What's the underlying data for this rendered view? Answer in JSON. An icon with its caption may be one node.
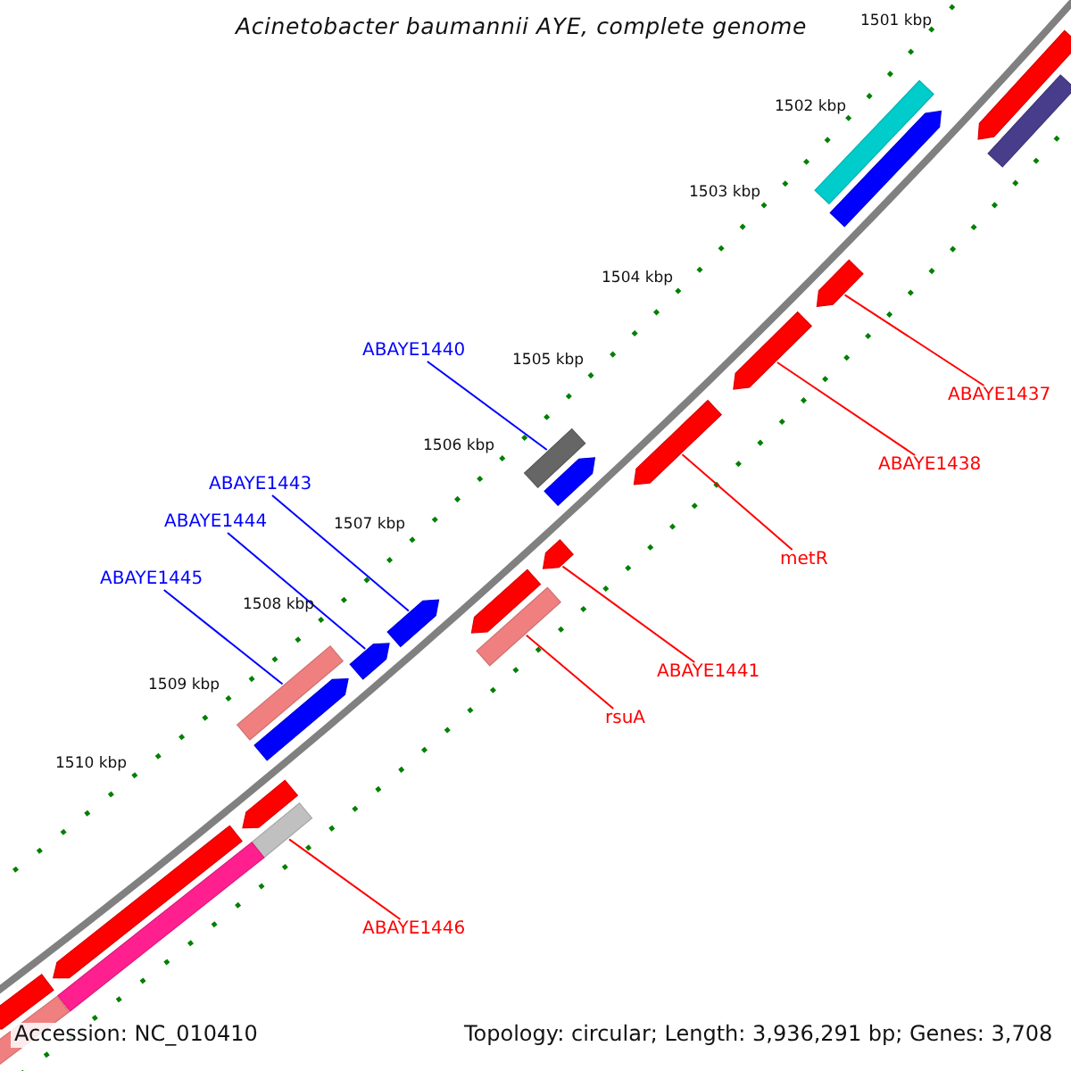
{
  "diagram": {
    "title": "Acinetobacter baumannii AYE, complete genome",
    "nodes": [
      {
        "text": [
          "ABAYE1440"
        ]
      },
      {
        "text": [
          "ABAYE1437"
        ]
      },
      {
        "text": [
          "ABAYE1438"
        ]
      },
      {
        "text": [
          "ABAYE1443"
        ]
      },
      {
        "text": [
          "ABAYE1444"
        ]
      },
      {
        "text": [
          "metR"
        ]
      },
      {
        "text": [
          "ABAYE1445"
        ]
      },
      {
        "text": [
          "ABAYE1441"
        ]
      },
      {
        "text": [
          "rsuA"
        ]
      },
      {
        "text": [
          "ABAYE1446"
        ]
      },
      {
        "text": [],
        "shape": "arrow"
      },
      {
        "text": [],
        "shape": "bar"
      },
      {
        "text": [],
        "shape": "bar"
      },
      {
        "text": [],
        "shape": "arrow"
      },
      {
        "text": [],
        "shape": "arrow"
      },
      {
        "text": [],
        "shape": "arrow"
      },
      {
        "text": [],
        "shape": "arrow"
      },
      {
        "text": [],
        "shape": "bar"
      },
      {
        "text": [],
        "shape": "arrow"
      },
      {
        "text": [],
        "shape": "arrow"
      },
      {
        "text": [],
        "shape": "arrow"
      },
      {
        "text": [],
        "shape": "arrow"
      },
      {
        "text": [],
        "shape": "bar"
      },
      {
        "text": [],
        "shape": "arrow"
      },
      {
        "text": [],
        "shape": "bar"
      },
      {
        "text": [],
        "shape": "arrow"
      },
      {
        "text": [],
        "shape": "arrow"
      },
      {
        "text": [],
        "shape": "bar"
      },
      {
        "text": [],
        "shape": "arrow"
      },
      {
        "text": [],
        "shape": "bar"
      },
      {
        "text": [],
        "shape": "arrow"
      },
      {
        "text": [],
        "shape": "bar"
      }
    ],
    "edges": [
      {
        "from": 0,
        "to": 17,
        "arrow": "none",
        "color": "#0000ff"
      },
      {
        "from": 1,
        "to": 14,
        "arrow": "none"
      },
      {
        "from": 2,
        "to": 15,
        "arrow": "none"
      },
      {
        "from": 3,
        "to": 21,
        "arrow": "none",
        "color": "#0000ff"
      },
      {
        "from": 4,
        "to": 23,
        "arrow": "none",
        "color": "#0000ff"
      },
      {
        "from": 5,
        "to": 16,
        "arrow": "none"
      },
      {
        "from": 6,
        "to": 24,
        "arrow": "none",
        "color": "#0000ff"
      },
      {
        "from": 7,
        "to": 19,
        "arrow": "none"
      },
      {
        "from": 8,
        "to": 22,
        "arrow": "none"
      },
      {
        "from": 9,
        "to": 27,
        "arrow": "none"
      }
    ],
    "labels": [
      "1501 kbp",
      "1502 kbp",
      "1503 kbp",
      "1504 kbp",
      "1505 kbp",
      "1506 kbp",
      "1507 kbp",
      "1508 kbp",
      "1509 kbp",
      "1510 kbp",
      "Accession: NC_010410",
      "Topology: circular; Length: 3,936,291 bp; Genes: 3,708"
    ]
  }
}
